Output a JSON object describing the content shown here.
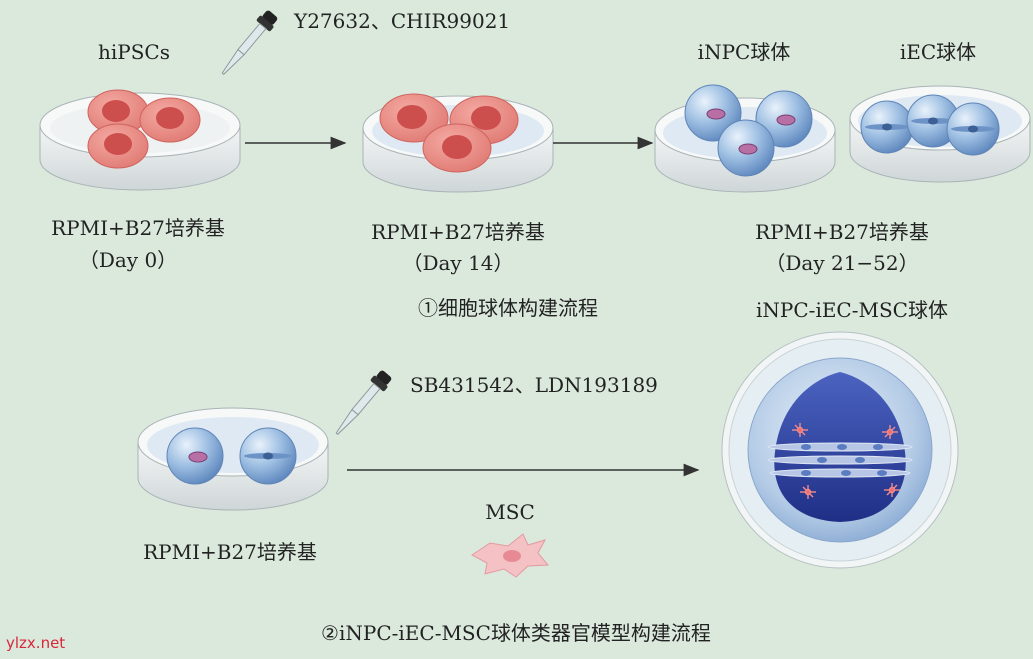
{
  "section1": {
    "hipscs_label": "hiPSCs",
    "reagents_1": "Y27632、CHIR99021",
    "inpc_label": "iNPC球体",
    "iec_label": "iEC球体",
    "medium_day0": "RPMI+B27培养基",
    "day0": "（Day 0）",
    "medium_day14": "RPMI+B27培养基",
    "day14": "（Day 14）",
    "medium_day21": "RPMI+B27培养基",
    "day21": "（Day 21−52）",
    "caption": "①细胞球体构建流程"
  },
  "section2": {
    "organoid_label": "iNPC-iEC-MSC球体",
    "reagents_2": "SB431542、LDN193189",
    "msc_label": "MSC",
    "medium": "RPMI+B27培养基",
    "caption": "②iNPC-iEC-MSC球体类器官模型构建流程"
  },
  "watermark": "ylzx.net",
  "colors": {
    "background": "#dbe9dd",
    "hipsc_cell": "#e98d86",
    "hipsc_nucleus": "#cf4f4f",
    "sphere": "#8fb3d9",
    "organoid_core": "#2b3f9a",
    "msc_cell": "#f2b9bd"
  },
  "icons": [
    "pipette-icon",
    "arrow-right-icon"
  ]
}
